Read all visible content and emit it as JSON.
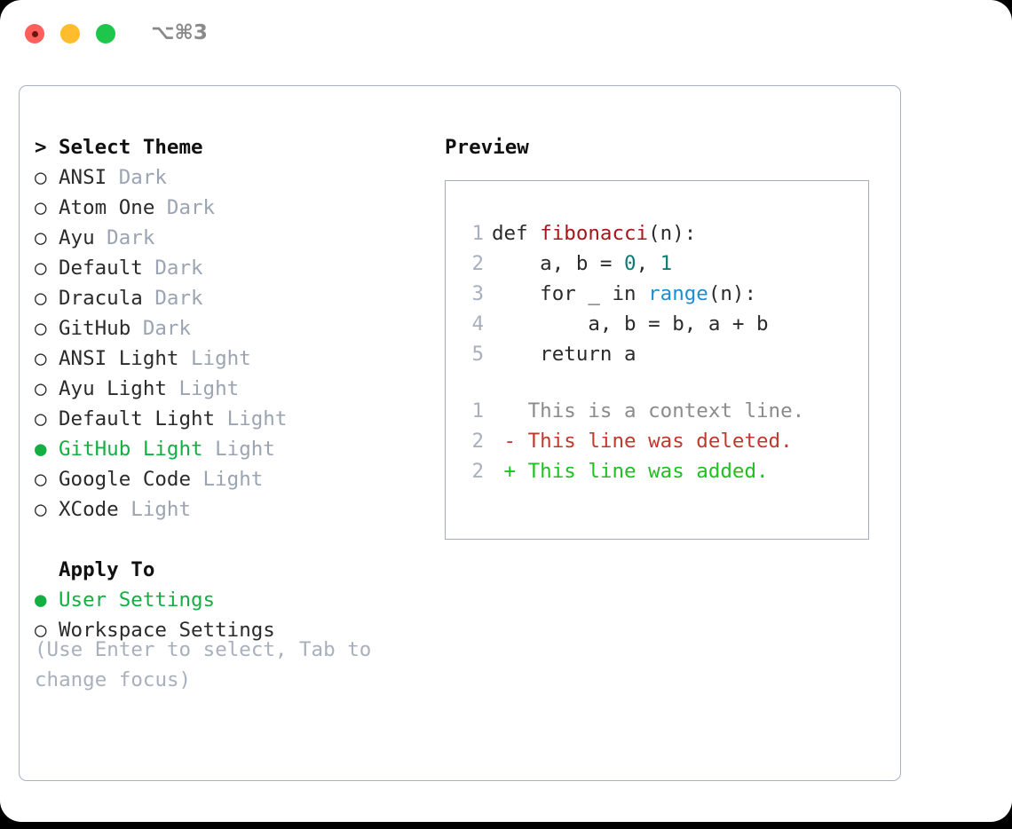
{
  "titlebar": {
    "shortcut": "⌥⌘3",
    "buttons": [
      {
        "name": "close",
        "color": "#ff605c"
      },
      {
        "name": "minimize",
        "color": "#ffbd2e"
      },
      {
        "name": "zoom",
        "color": "#1fc64c"
      }
    ]
  },
  "colors": {
    "accent_green": "#14ae43",
    "muted": "#9ba4b2",
    "hint": "#a8b0bd",
    "border": "#aab2c0",
    "text": "#2b2b2b"
  },
  "theme_section": {
    "heading_marker": ">",
    "heading": "Select Theme",
    "items": [
      {
        "marker": "○",
        "label": "ANSI",
        "tag": "Dark",
        "selected": false
      },
      {
        "marker": "○",
        "label": "Atom One",
        "tag": "Dark",
        "selected": false
      },
      {
        "marker": "○",
        "label": "Ayu",
        "tag": "Dark",
        "selected": false
      },
      {
        "marker": "○",
        "label": "Default",
        "tag": "Dark",
        "selected": false
      },
      {
        "marker": "○",
        "label": "Dracula",
        "tag": "Dark",
        "selected": false
      },
      {
        "marker": "○",
        "label": "GitHub",
        "tag": "Dark",
        "selected": false
      },
      {
        "marker": "○",
        "label": "ANSI Light",
        "tag": "Light",
        "selected": false
      },
      {
        "marker": "○",
        "label": "Ayu Light",
        "tag": "Light",
        "selected": false
      },
      {
        "marker": "○",
        "label": "Default Light",
        "tag": "Light",
        "selected": false
      },
      {
        "marker": "●",
        "label": "GitHub Light",
        "tag": "Light",
        "selected": true
      },
      {
        "marker": "○",
        "label": "Google Code",
        "tag": "Light",
        "selected": false
      },
      {
        "marker": "○",
        "label": "XCode",
        "tag": "Light",
        "selected": false
      }
    ]
  },
  "apply_section": {
    "heading": "Apply To",
    "items": [
      {
        "marker": "●",
        "label": "User Settings",
        "selected": true
      },
      {
        "marker": "○",
        "label": "Workspace Settings",
        "selected": false
      }
    ]
  },
  "hint": "(Use Enter to select, Tab to change focus)",
  "preview": {
    "title": "Preview",
    "code_lines": [
      {
        "num": "1",
        "tokens": [
          {
            "t": "def ",
            "c": "plain"
          },
          {
            "t": "fibonacci",
            "c": "fn"
          },
          {
            "t": "(n):",
            "c": "plain"
          }
        ]
      },
      {
        "num": "2",
        "tokens": [
          {
            "t": "    a, b = ",
            "c": "plain"
          },
          {
            "t": "0",
            "c": "num"
          },
          {
            "t": ", ",
            "c": "plain"
          },
          {
            "t": "1",
            "c": "num"
          }
        ]
      },
      {
        "num": "3",
        "tokens": [
          {
            "t": "    for _ in ",
            "c": "plain"
          },
          {
            "t": "range",
            "c": "call"
          },
          {
            "t": "(n):",
            "c": "plain"
          }
        ]
      },
      {
        "num": "4",
        "tokens": [
          {
            "t": "        a, b = b, a + b",
            "c": "plain"
          }
        ]
      },
      {
        "num": "5",
        "tokens": [
          {
            "t": "    return a",
            "c": "plain"
          }
        ]
      }
    ],
    "diff_lines": [
      {
        "num": "1",
        "sign": " ",
        "text": "This is a context line.",
        "kind": "ctx"
      },
      {
        "num": "2",
        "sign": "-",
        "text": "This line was deleted.",
        "kind": "del"
      },
      {
        "num": "2",
        "sign": "+",
        "text": "This line was added.",
        "kind": "add"
      }
    ]
  }
}
